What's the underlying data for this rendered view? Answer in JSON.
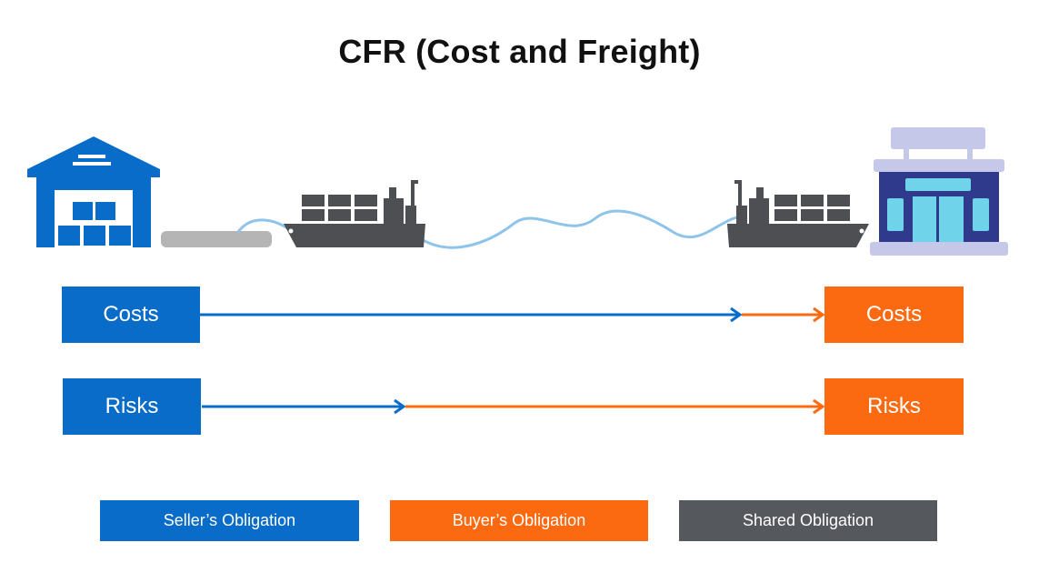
{
  "title": "CFR (Cost and Freight)",
  "rows": {
    "costs": {
      "left_label": "Costs",
      "right_label": "Costs"
    },
    "risks": {
      "left_label": "Risks",
      "right_label": "Risks"
    }
  },
  "legend": {
    "seller": "Seller’s Obligation",
    "buyer": "Buyer’s Obligation",
    "shared": "Shared Obligation"
  },
  "colors": {
    "seller": "#0a6cc9",
    "buyer": "#fb6a11",
    "shared": "#55585c",
    "water": "#8ec3ea",
    "ship": "#4d4f52"
  }
}
